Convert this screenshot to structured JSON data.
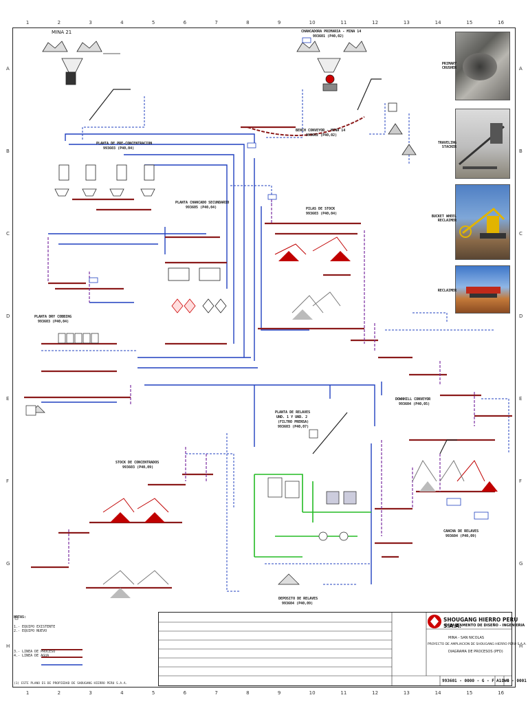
{
  "ruler": {
    "columns": [
      "1",
      "2",
      "3",
      "4",
      "5",
      "6",
      "7",
      "8",
      "9",
      "10",
      "11",
      "12",
      "13",
      "14",
      "15",
      "16"
    ],
    "rows": [
      "A",
      "B",
      "C",
      "D",
      "E",
      "F",
      "G",
      "H"
    ]
  },
  "areas": {
    "mina21": "MINA 21",
    "chancadora_primaria": "CHANCADORA PRIMARIA - MINA 14",
    "chancadora_primaria_code": "993601  (P40,02)",
    "bench_conveyor": "BENCH CONVEYOR - MINA 14",
    "bench_conveyor_code": "993602  (P40,02)",
    "planta_preconcentracion": "PLANTA DE PRE-CONCENTRACION",
    "planta_preconcentracion_code": "993603  (P40,04)",
    "planta_chancado_secundario": "PLANTA CHANCADO SECUNDARIO",
    "planta_chancado_secundario_code": "993605  (P40,04)",
    "pilas_de_stock": "PILAS DE STOCK",
    "pilas_de_stock_code": "993603  (P40,04)",
    "planta_dry_cobbing": "PLANTA DRY COBBING",
    "planta_dry_cobbing_code": "993603  (P40,04)",
    "downhill_conveyor": "DOWNHILL CONVEYOR",
    "downhill_conveyor_code": "993604  (P40,05)",
    "planta_de_relaves": "PLANTA DE RELAVES",
    "planta_de_relaves_sub": "UND. 1 Y UND. 2",
    "planta_de_relaves_sub2": "(FILTRO PRENSA)",
    "planta_de_relaves_code": "993603  (P40,07)",
    "stock_concentrados": "STOCK DE CONCENTRADOS",
    "stock_concentrados_code": "993603  (P40,09)",
    "cancha_de_relaves": "CANCHA DE RELAVES",
    "cancha_de_relaves_code": "993604  (P40,09)",
    "deposito_relaves": "DEPOSITO DE RELAVES",
    "deposito_relaves_code": "993604  (P40,09)"
  },
  "photos": {
    "primary_crusher": "PRIMARY CRUSHER",
    "traveling_stacker": "TRAVELING STACKER",
    "bucket_wheel_reclaimer": "BUCKET WHEEL RECLAIMER",
    "reclaimer": "RECLAIMER"
  },
  "title_block": {
    "company": "SHOUGANG HIERRO PERU S.A.A.",
    "department": "DEPARTAMENTO DE DISEÑO - INGENIERIA",
    "site": "MINA - SAN NICOLAS",
    "project": "PROYECTO DE AMPLIACION DE SHOUGANG HIERRO PERU S.A.A.",
    "drawing_title": "DIAGRAMA DE PROCESOS (PFD)",
    "drawing_number": "993601 - 0000 - G - F - DWG - 0001",
    "sheet": "A1",
    "revision": "0"
  },
  "legend": {
    "title": "NOTAS:",
    "items": [
      "1.- EQUIPO EXISTENTE",
      "2.- EQUIPO NUEVO",
      "3.- LINEA DE PROCESO",
      "4.- LINEA DE AGUA"
    ],
    "footer": "(1) ESTE PLANO ES DE PROPIEDAD DE SHOUGANG HIERRO PERU S.A.A."
  },
  "colors": {
    "process_line": "#8b1a1a",
    "water_line": "#1f3fbf",
    "slurry_line": "#7a2ca0",
    "green_line": "#22bb22",
    "accent_red": "#cc0000"
  }
}
